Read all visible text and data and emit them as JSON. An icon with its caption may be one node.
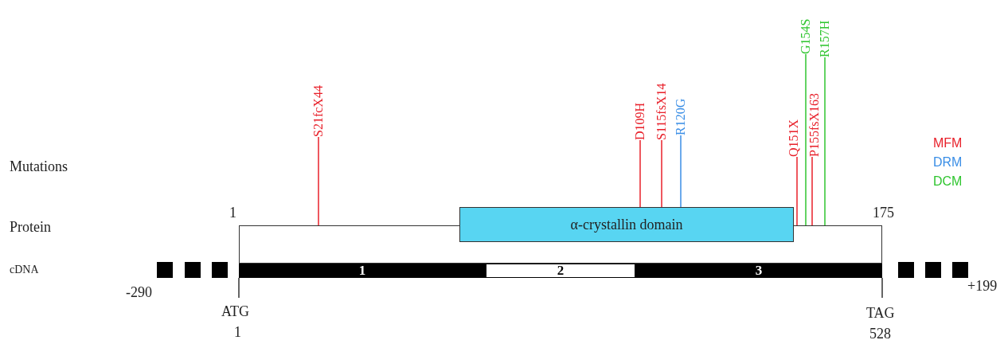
{
  "diagram": {
    "nodes": [
      {
        "text": [],
        "shape": "bar"
      },
      {
        "text": [
          "α-crystallin domain"
        ]
      },
      {
        "text": [
          "S21fcX44"
        ]
      },
      {
        "text": [
          "D109H"
        ]
      },
      {
        "text": [
          "S115fsX14"
        ]
      },
      {
        "text": [
          "R120G"
        ]
      },
      {
        "text": [
          "Q151X"
        ]
      },
      {
        "text": [
          "G154S"
        ]
      },
      {
        "text": [
          "P155fsX163"
        ]
      },
      {
        "text": [
          "R157H"
        ]
      },
      {
        "text": [
          "1"
        ]
      },
      {
        "text": [
          "2"
        ]
      },
      {
        "text": [
          "3"
        ]
      }
    ],
    "edges": [
      {
        "from": 2,
        "to": 0,
        "arrow": "none",
        "color": "#e8202a"
      },
      {
        "from": 3,
        "to": 1,
        "arrow": "none",
        "color": "#e8202a"
      },
      {
        "from": 4,
        "to": 1,
        "arrow": "none",
        "color": "#e8202a"
      },
      {
        "from": 5,
        "to": 1,
        "arrow": "none",
        "color": "#3a8ee6"
      },
      {
        "from": 6,
        "to": 0,
        "arrow": "none",
        "color": "#e8202a"
      },
      {
        "from": 7,
        "to": 0,
        "arrow": "none",
        "color": "#2fc52f"
      },
      {
        "from": 8,
        "to": 0,
        "arrow": "none",
        "color": "#e8202a"
      },
      {
        "from": 9,
        "to": 0,
        "arrow": "none",
        "color": "#2fc52f"
      }
    ],
    "labels": [
      "Mutations",
      "Protein",
      "cDNA",
      "1",
      "175",
      "-290",
      "ATG",
      "1",
      "TAG",
      "528",
      "+199"
    ],
    "legend": [
      {
        "text": "MFM",
        "color": "#e8202a"
      },
      {
        "text": "DRM",
        "color": "#3a8ee6"
      },
      {
        "text": "DCM",
        "color": "#2fc52f"
      }
    ]
  }
}
